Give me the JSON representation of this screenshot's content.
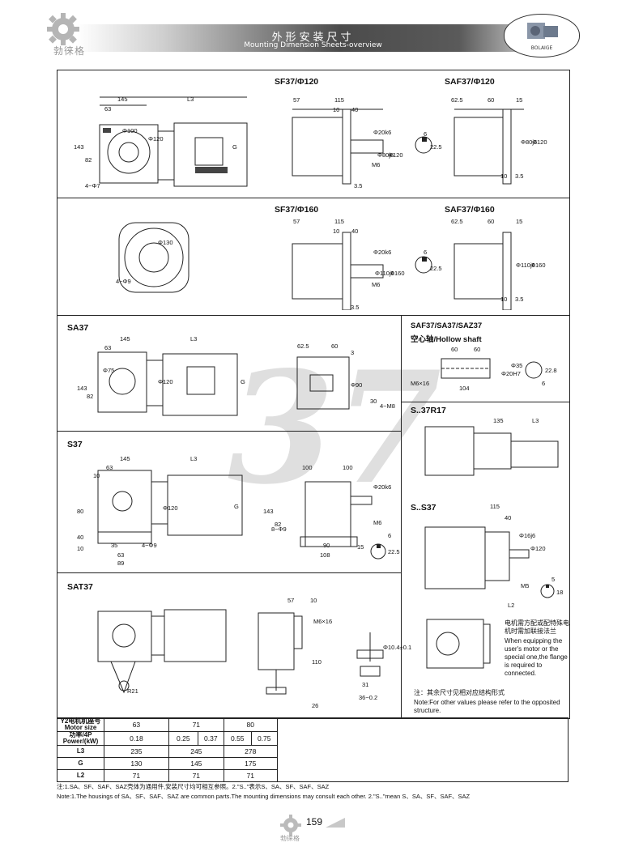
{
  "header": {
    "brand": "勃徕格",
    "title_cn": "外形安装尺寸",
    "title_en": "Mounting Dimension Sheets-overview",
    "badge": "BOLAIGE"
  },
  "watermark": "37",
  "sections": {
    "sf37_120": "SF37/Φ120",
    "saf37_120": "SAF37/Φ120",
    "sf37_160": "SF37/Φ160",
    "saf37_160": "SAF37/Φ160",
    "sa37": "SA37",
    "hollow_title": "SAF37/SA37/SAZ37",
    "hollow_sub": "空心轴/Hollow shaft",
    "s37": "S37",
    "s37r17": "S..37R17",
    "ss37": "S..S37",
    "sat37": "SAT37"
  },
  "dims": {
    "d145": "145",
    "d63": "63",
    "dL3": "L3",
    "dG": "G",
    "d143": "143",
    "d82": "82",
    "d4phi7": "4−Φ7",
    "d4phi9": "4−Φ9",
    "dphi100": "Φ100",
    "dphi120": "Φ120",
    "dphi130": "Φ130",
    "d57": "57",
    "d115": "115",
    "d10": "10",
    "d40": "40",
    "d6": "6",
    "d22_5": "22.5",
    "dphi20k6": "Φ20k6",
    "dphi80j6": "Φ80j6",
    "dphi110j6": "Φ110j6",
    "dphi160": "Φ160",
    "dM6": "M6",
    "d3_5": "3.5",
    "d62_5": "62.5",
    "d60": "60",
    "d15": "15",
    "d3": "3",
    "dphi75": "Φ75",
    "dphi90": "Φ90",
    "d4M8": "4−M8",
    "d30": "30",
    "dM6x16": "M6×16",
    "d104": "104",
    "dphi20H7": "Φ20H7",
    "dphi35": "Φ35",
    "d22_8": "22.8",
    "d135": "135",
    "d100": "100",
    "d80": "80",
    "d35": "35",
    "d89": "89",
    "d90": "90",
    "d108": "108",
    "d8phi9": "8−Φ9",
    "dphi16j6": "Φ16j6",
    "dM5": "M5",
    "d5": "5",
    "d18": "18",
    "dR21": "R21",
    "d26": "26",
    "d110": "110",
    "dphi10_4": "Φ10.4±0.1",
    "d31": "31",
    "d36": "36−0.2",
    "dL2": "L2"
  },
  "notes": {
    "motor_cn": "电机需方配或配特殊电机时需加联接法兰",
    "motor_en": "When equipping the user's motor or the special one,the flange is required to connected.",
    "other_cn": "注：其余尺寸见相对应结构形式",
    "other_en": "Note:For other values please refer to the opposited structure."
  },
  "table": {
    "h_motor": "Y2电机机座号 Motor size",
    "h_power": "功率/4P Power/(kW)",
    "motor_sizes": [
      "63",
      "71",
      "80"
    ],
    "powers": [
      "0.18",
      "0.25",
      "0.37",
      "0.55",
      "0.75"
    ],
    "rows": [
      {
        "label": "L3",
        "values": [
          "235",
          "245",
          "278"
        ]
      },
      {
        "label": "G",
        "values": [
          "130",
          "145",
          "175"
        ]
      },
      {
        "label": "L2",
        "values": [
          "71",
          "71",
          "71"
        ]
      }
    ]
  },
  "footnote_cn": "注:1.SA、SF、SAF、SAZ壳体为通用件,安装尺寸均可相互参照。2.\"S..\"表示S、SA、SF、SAF、SAZ",
  "footnote_en": "Note:1.The housings of SA、SF、SAF、SAZ are common parts.The mounting dimensions may consult each other. 2.\"S..\"mean S、SA、SF、SAF、SAZ",
  "footer": {
    "page": "159",
    "brand": "勃徕格"
  }
}
